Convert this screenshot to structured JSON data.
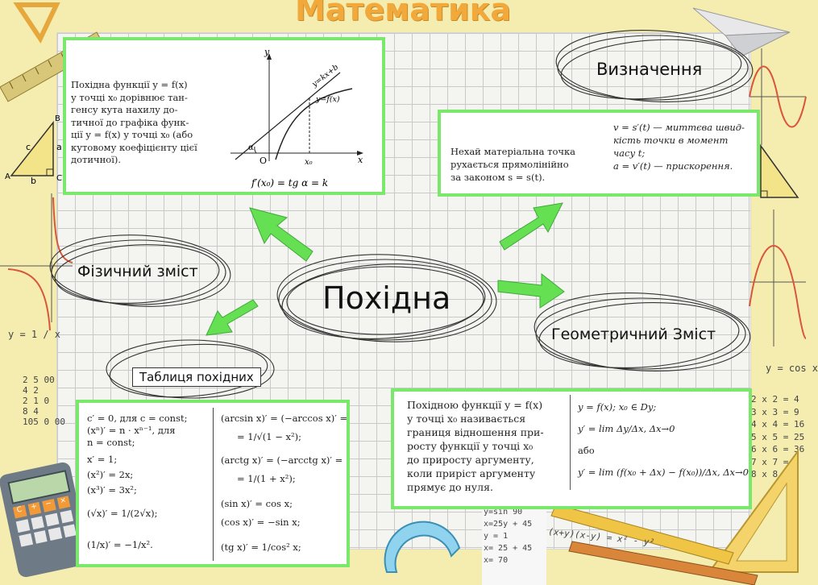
{
  "title": "Математика",
  "center": {
    "label": "Похідна"
  },
  "branches": {
    "definition": "Визначення",
    "physical": "Фізичний зміст",
    "geometric": "Геометричний Зміст",
    "table": "Таблиця похідних"
  },
  "geometric_card": {
    "text": [
      "Похідна функції y = f(x)",
      "у точці x₀ дорівнює тан-",
      "генсу кута нахилу до-",
      "тичної до графіка функ-",
      "ції y = f(x) у точці x₀ (або",
      "кутовому коефіцієнту цієї",
      "дотичної)."
    ],
    "graph": {
      "y_axis": "y",
      "x_axis": "x",
      "origin": "O",
      "x0": "x₀",
      "alpha": "α",
      "line": "y=kx+b",
      "curve": "y=f(x)"
    },
    "formula": "f′(x₀) = tg α = k"
  },
  "physical_card": {
    "left": [
      "Нехай матеріальна точка",
      "рухається прямолінійно",
      "за законом s = s(t)."
    ],
    "right": [
      "v = s′(t) — миттєва швид-",
      "кість точки в момент",
      "часу t;",
      "a = v′(t) — прискорення."
    ]
  },
  "definition_card": {
    "left": [
      "Похідною функції y = f(x)",
      "у точці x₀ називається",
      "границя відношення при-",
      "росту функції у точці x₀",
      "до приросту аргументу,",
      "коли приріст аргументу",
      "прямує до нуля."
    ],
    "right": [
      "y = f(x); x₀ ∈ Dy;",
      "y′ = lim Δy/Δx, Δx→0",
      "або",
      "y′ = lim (f(x₀ + Δx) − f(x₀))/Δx, Δx→0"
    ]
  },
  "table_card": {
    "left": [
      "c′ = 0, для c = const;",
      "(xⁿ)′ = n · xⁿ⁻¹, для",
      "n = const;",
      "x′ = 1;",
      "(x²)′ = 2x;",
      "(x³)′ = 3x²;",
      "(√x)′ = 1/(2√x);",
      "(1/x)′ = −1/x²."
    ],
    "right": [
      "(arcsin x)′ = (−arccos x)′ =",
      "= 1/√(1 − x²);",
      "(arctg x)′ = (−arcctg x)′ =",
      "= 1/(1 + x²);",
      "(sin x)′ = cos x;",
      "(cos x)′ = −sin x;",
      "(tg x)′ = 1/cos² x;"
    ]
  },
  "decor": {
    "left_graph": "y = 1 / x",
    "right_graph": "y = cos x",
    "multiplication": [
      "2 x 2 = 4",
      "3 x 3 = 9",
      "4 x 4 = 16",
      "5 x 5 = 25",
      "6 x 6 = 36",
      "7 x 7 = 4",
      "8 x 8"
    ],
    "board_bottom": [
      "y=sin 90",
      "x=25y + 45",
      "y = 1",
      "x= 25 + 45",
      "x= 70"
    ],
    "column_sum": [
      "2 5 00",
      "4 2",
      "2 1 0",
      "8 4",
      "105 0 00"
    ],
    "expr": "(x+y)(x-y) = x² - y²",
    "triangle": [
      "c",
      "a",
      "b",
      "A",
      "B",
      "C"
    ],
    "calc_keys": [
      "C",
      "+",
      "−",
      "×"
    ]
  },
  "colors": {
    "accent_green": "#66e053",
    "card_border": "#7ae86a",
    "title": "#f2a93b",
    "background": "#f5edb0"
  }
}
